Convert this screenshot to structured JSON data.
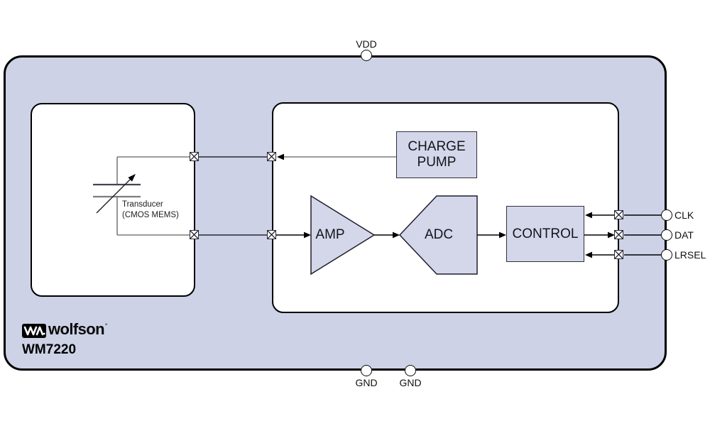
{
  "title": "WM7220 functional block diagram",
  "device": {
    "part_number": "WM7220",
    "brand": "wolfson",
    "brand_mark": "°"
  },
  "pins": {
    "top": [
      {
        "label": "VDD"
      }
    ],
    "bottom": [
      {
        "label": "GND"
      },
      {
        "label": "GND"
      }
    ],
    "right": [
      {
        "label": "CLK"
      },
      {
        "label": "DAT"
      },
      {
        "label": "LRSEL"
      }
    ]
  },
  "blocks": {
    "transducer": {
      "line1": "Transducer",
      "line2": "(CMOS MEMS)"
    },
    "charge_pump": {
      "line1": "CHARGE",
      "line2": "PUMP"
    },
    "amp": {
      "label": "AMP"
    },
    "adc": {
      "label": "ADC"
    },
    "control": {
      "label": "CONTROL"
    }
  },
  "colors": {
    "chip_fill": "#cdd2e6",
    "block_fill": "#d3d7e9",
    "outline": "#000000",
    "wire_gray": "#7c7c7c",
    "wire_dark": "#3f3f4e",
    "arrow": "#000000"
  }
}
